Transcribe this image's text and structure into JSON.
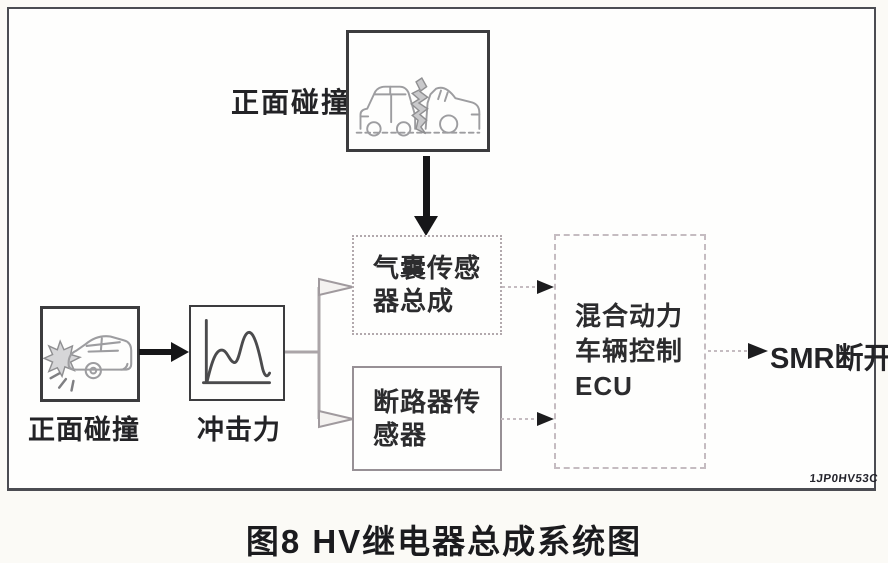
{
  "page": {
    "caption": "图8 HV继电器总成系统图",
    "ref_code": "1JP0HV53C"
  },
  "diagram": {
    "frontal_collision_top_label": "正面碰撞",
    "frontal_collision_left_label": "正面碰撞",
    "impact_force_label": "冲击力",
    "airbag_sensor_label": "气囊传感器总成",
    "circuit_breaker_sensor_label": "断路器传感器",
    "hv_ecu_label": "混合动力车辆控制ECU",
    "smr_output_label": "SMR断开",
    "icons": {
      "top_picture": "two-car-frontal-collision-sketch",
      "left_picture": "car-impact-starburst-sketch",
      "impact_picture": "impact-force-waveform"
    },
    "colors": {
      "solid_line": "#2a2a2c",
      "gray_connector": "#aba5a8",
      "dashed_connector": "#c5bcc1",
      "sketch_stroke": "#9d9da0",
      "box_border_dark": "#3c3c3e",
      "paper": "#fefefd"
    }
  }
}
